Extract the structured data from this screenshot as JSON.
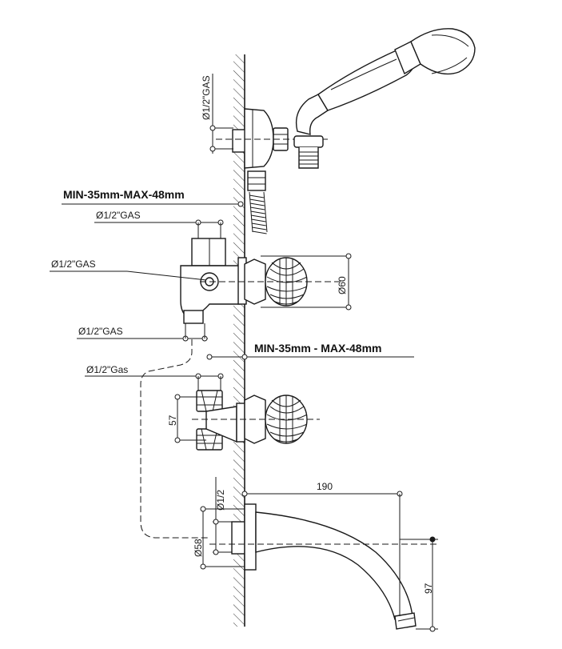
{
  "labels": {
    "shower_inlet_thread": "Ø1/2\"GAS",
    "wall_range_top": "MIN-35mm-MAX-48mm",
    "upper_valve_thread_top": "Ø1/2\"GAS",
    "upper_valve_thread_side": "Ø1/2\"GAS",
    "upper_valve_thread_bottom": "Ø1/2\"GAS",
    "knob_diameter": "Ø60",
    "wall_range_middle": "MIN-35mm - MAX-48mm",
    "lower_valve_thread": "Ø1/2\"Gas",
    "lower_valve_spacing": "57",
    "spout_projection": "190",
    "spout_thread": "Ø1/2",
    "spout_flange_diameter": "Ø58",
    "spout_drop": "97"
  }
}
